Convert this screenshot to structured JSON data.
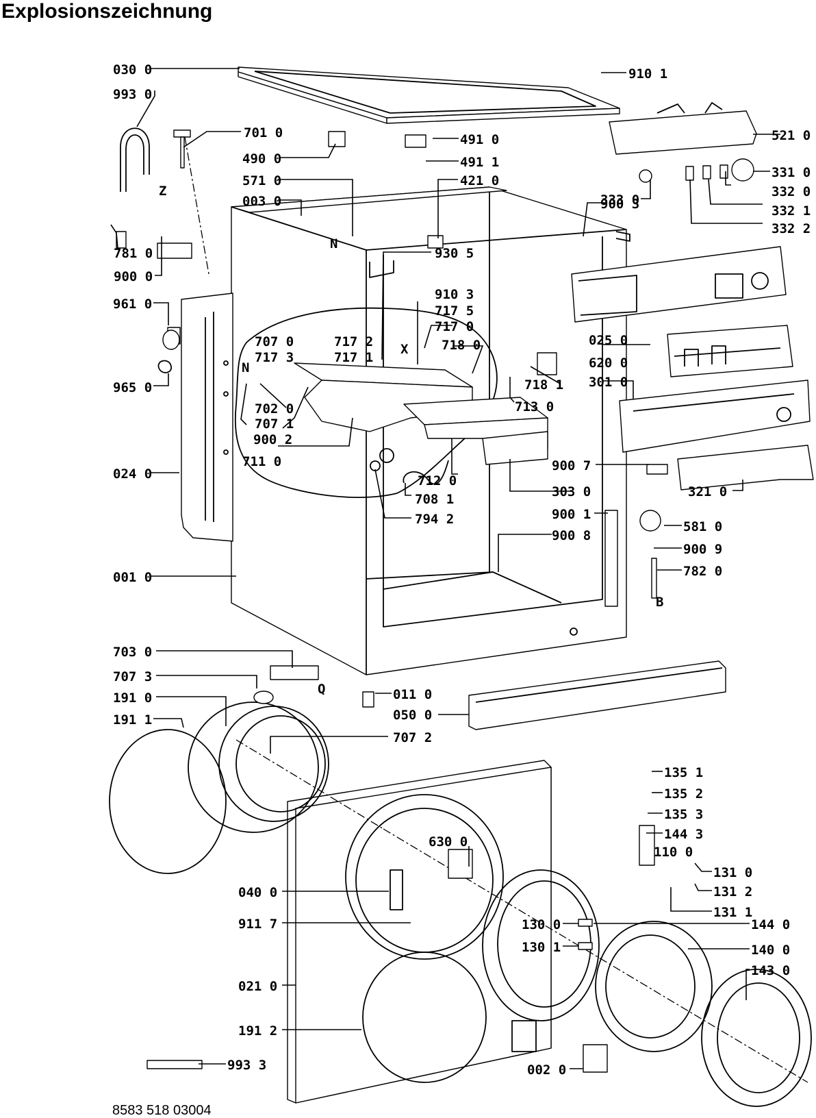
{
  "title": "Explosionszeichnung",
  "footer": "8583 518 03004",
  "letters": [
    "N",
    "X",
    "Z",
    "B",
    "Q"
  ],
  "labels": [
    "030 0",
    "993 0",
    "910 1",
    "701 0",
    "491 0",
    "490 0",
    "491 1",
    "521 0",
    "571 0",
    "421 0",
    "003 0",
    "331 0",
    "332 0",
    "333 0",
    "332 1",
    "332 2",
    "900 3",
    "781 0",
    "900 0",
    "930 5",
    "910 3",
    "961 0",
    "717 5",
    "717 0",
    "707 0",
    "717 2",
    "717 3",
    "717 1",
    "718 0",
    "025 0",
    "620 0",
    "965 0",
    "718 1",
    "301 0",
    "702 0",
    "707 1",
    "713 0",
    "900 2",
    "711 0",
    "900 7",
    "024 0",
    "712 0",
    "303 0",
    "321 0",
    "708 1",
    "900 1",
    "794 2",
    "900 8",
    "581 0",
    "900 9",
    "782 0",
    "001 0",
    "703 0",
    "707 3",
    "011 0",
    "191 0",
    "050 0",
    "191 1",
    "707 2",
    "135 1",
    "135 2",
    "135 3",
    "144 3",
    "630 0",
    "110 0",
    "131 0",
    "131 2",
    "040 0",
    "131 1",
    "911 7",
    "130 0",
    "144 0",
    "130 1",
    "140 0",
    "143 0",
    "021 0",
    "191 2",
    "993 3",
    "002 0"
  ]
}
